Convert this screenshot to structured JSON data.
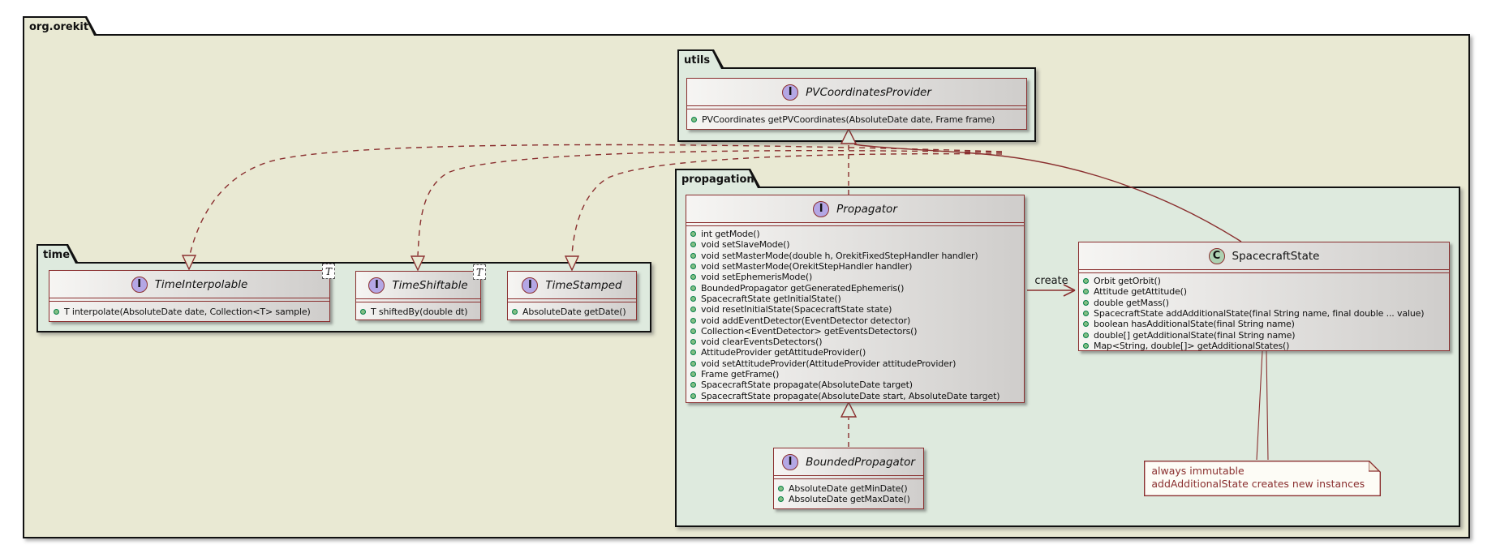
{
  "diagram": {
    "root_package": "org.orekit",
    "packages": {
      "utils": "utils",
      "propagation": "propagation",
      "time": "time"
    }
  },
  "classes": {
    "pv_provider": {
      "stereotype": "I",
      "name": "PVCoordinatesProvider",
      "methods": [
        "PVCoordinates getPVCoordinates(AbsoluteDate date, Frame frame)"
      ]
    },
    "propagator": {
      "stereotype": "I",
      "name": "Propagator",
      "methods": [
        "int getMode()",
        "void setSlaveMode()",
        "void setMasterMode(double h, OrekitFixedStepHandler handler)",
        "void setMasterMode(OrekitStepHandler handler)",
        "void setEphemerisMode()",
        "BoundedPropagator getGeneratedEphemeris()",
        "SpacecraftState getInitialState()",
        "void resetInitialState(SpacecraftState state)",
        "void addEventDetector(EventDetector detector)",
        "Collection<EventDetector> getEventsDetectors()",
        "void clearEventsDetectors()",
        "AttitudeProvider getAttitudeProvider()",
        "void setAttitudeProvider(AttitudeProvider attitudeProvider)",
        "Frame getFrame()",
        "SpacecraftState propagate(AbsoluteDate target)",
        "SpacecraftState propagate(AbsoluteDate start, AbsoluteDate target)"
      ]
    },
    "spacecraft_state": {
      "stereotype": "C",
      "name": "SpacecraftState",
      "methods": [
        "Orbit getOrbit()",
        "Attitude getAttitude()",
        "double getMass()",
        "SpacecraftState addAdditionalState(final String name, final double ... value)",
        "boolean hasAdditionalState(final String name)",
        "double[] getAdditionalState(final String name)",
        "Map<String, double[]> getAdditionalStates()"
      ]
    },
    "bounded_propagator": {
      "stereotype": "I",
      "name": "BoundedPropagator",
      "methods": [
        "AbsoluteDate getMinDate()",
        "AbsoluteDate getMaxDate()"
      ]
    },
    "time_interpolable": {
      "stereotype": "I",
      "name": "TimeInterpolable",
      "generic": "T",
      "methods": [
        "T interpolate(AbsoluteDate date, Collection<T> sample)"
      ]
    },
    "time_shiftable": {
      "stereotype": "I",
      "name": "TimeShiftable",
      "generic": "T",
      "methods": [
        "T shiftedBy(double dt)"
      ]
    },
    "time_stamped": {
      "stereotype": "I",
      "name": "TimeStamped",
      "methods": [
        "AbsoluteDate getDate()"
      ]
    }
  },
  "note": {
    "line1": "always immutable",
    "line2": "addAdditionalState creates new instances"
  },
  "edges": {
    "create_label": "create"
  },
  "colors": {
    "line": "#8a2f2f",
    "outer_package_fill": "#E9E9D3",
    "inner_package_fill": "#DEEADE",
    "interface_spot": "#B4A7E5",
    "class_spot": "#ADD1B2",
    "public_dot": "#84BE84",
    "note_fill": "#FDFCF6"
  }
}
